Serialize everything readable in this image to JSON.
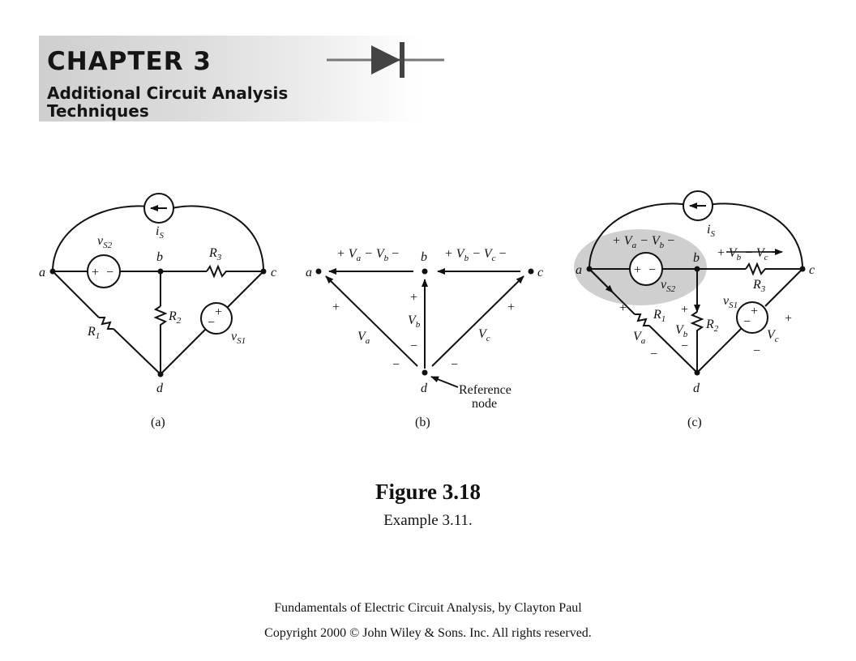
{
  "header": {
    "chapter": "CHAPTER 3",
    "subtitle_line1": "Additional Circuit Analysis",
    "subtitle_line2": "Techniques"
  },
  "diagram": {
    "nodes": {
      "a": "a",
      "b": "b",
      "c": "c",
      "d": "d"
    },
    "panel_a": {
      "label": "(a)",
      "vs2": "v",
      "vs2_sub": "S2",
      "is": "i",
      "is_sub": "S",
      "r1": "R",
      "r1_sub": "1",
      "r2": "R",
      "r2_sub": "2",
      "r3": "R",
      "r3_sub": "3",
      "vs1": "v",
      "vs1_sub": "S1"
    },
    "panel_b": {
      "label": "(b)",
      "vab": "+ V",
      "vab_a": "a",
      "vab_mid": " − V",
      "vab_b": "b",
      "vab_end": " −",
      "vbc": "+ V",
      "vbc_b": "b",
      "vbc_mid": " − V",
      "vbc_c": "c",
      "vbc_end": " −",
      "va": "V",
      "va_sub": "a",
      "vb": "V",
      "vb_sub": "b",
      "vc": "V",
      "vc_sub": "c",
      "ref1": "Reference",
      "ref2": "node",
      "plus": "+",
      "minus": "−"
    },
    "panel_c": {
      "label": "(c)"
    }
  },
  "figure": {
    "title": "Figure 3.18",
    "caption": "Example 3.11."
  },
  "footer": {
    "line1": "Fundamentals of Electric Circuit Analysis, by Clayton Paul",
    "line2": "Copyright 2000 © John Wiley & Sons. Inc. All rights reserved."
  }
}
